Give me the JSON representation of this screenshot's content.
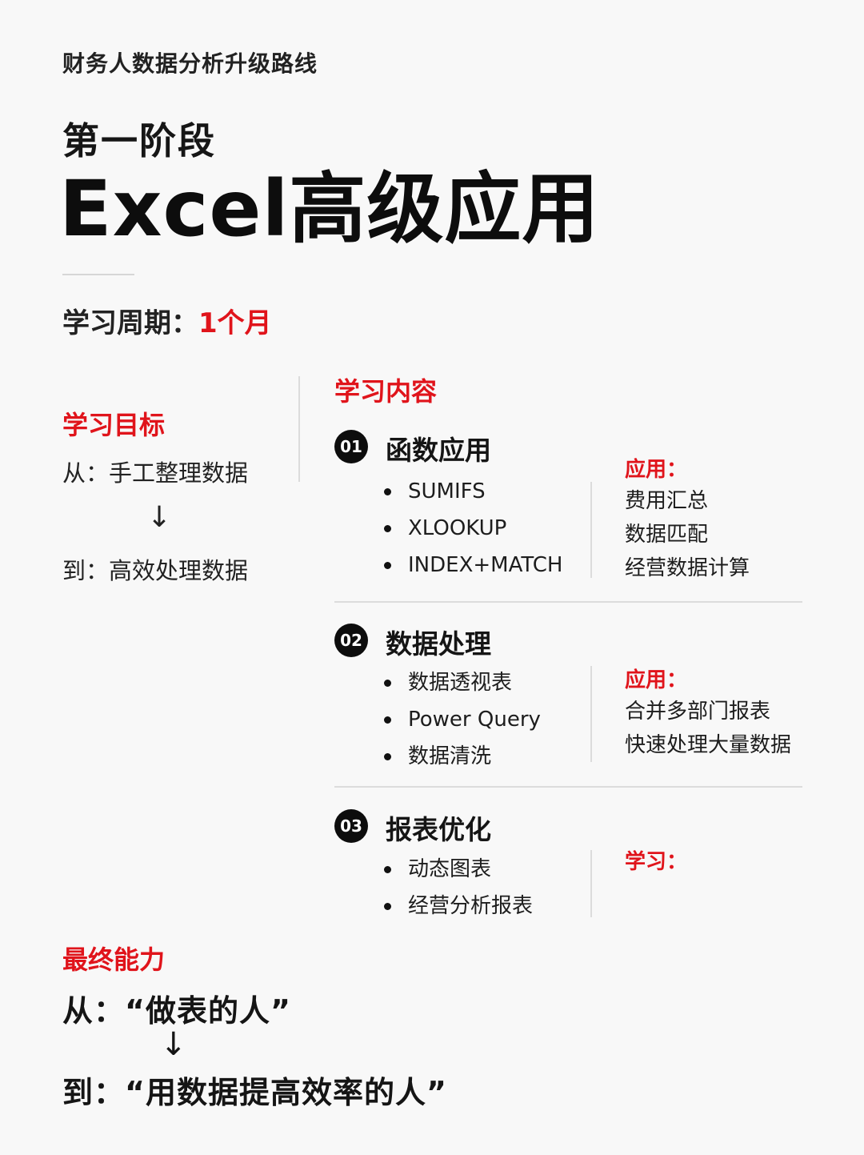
{
  "header": {
    "series_title": "财务人数据分析升级路线",
    "stage": "第一阶段",
    "title": "Excel高级应用"
  },
  "period": {
    "label": "学习周期：",
    "value": "1个月"
  },
  "goal": {
    "heading": "学习目标",
    "from": "从：手工整理数据",
    "arrow": "↓",
    "to": "到：高效处理数据"
  },
  "content": {
    "heading": "学习内容",
    "sections": [
      {
        "num": "01",
        "title": "函数应用",
        "items": [
          "SUMIFS",
          "XLOOKUP",
          "INDEX+MATCH"
        ],
        "app_label": "应用：",
        "apps": [
          "费用汇总",
          "数据匹配",
          "经营数据计算"
        ]
      },
      {
        "num": "02",
        "title": "数据处理",
        "items": [
          "数据透视表",
          "Power Query",
          "数据清洗"
        ],
        "app_label": "应用：",
        "apps": [
          "合并多部门报表",
          "快速处理大量数据"
        ]
      },
      {
        "num": "03",
        "title": "报表优化",
        "items": [
          "动态图表",
          "经营分析报表"
        ],
        "app_label": "学习：",
        "apps": []
      }
    ]
  },
  "final": {
    "heading": "最终能力",
    "from": "从：“做表的人”",
    "arrow": "↓",
    "to": "到：“用数据提高效率的人”"
  },
  "colors": {
    "accent_red": "#e0141b",
    "text_dark": "#111111",
    "background": "#f8f8f8"
  }
}
